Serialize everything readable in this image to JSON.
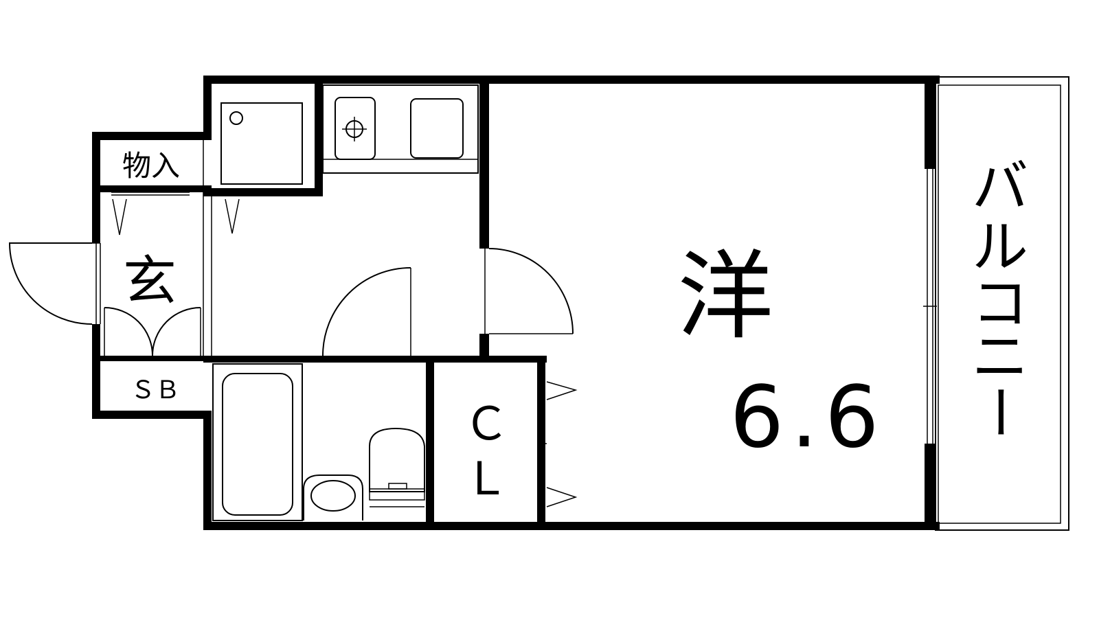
{
  "rooms": {
    "storage": "物入",
    "entrance": "玄",
    "shoe_box": "ＳＢ",
    "closet_top": "Ｃ",
    "closet_bottom": "Ｌ",
    "western_room": "洋",
    "western_room_size": "6.6",
    "balcony": [
      "バ",
      "ル",
      "コ",
      "ニ",
      "ー"
    ]
  }
}
